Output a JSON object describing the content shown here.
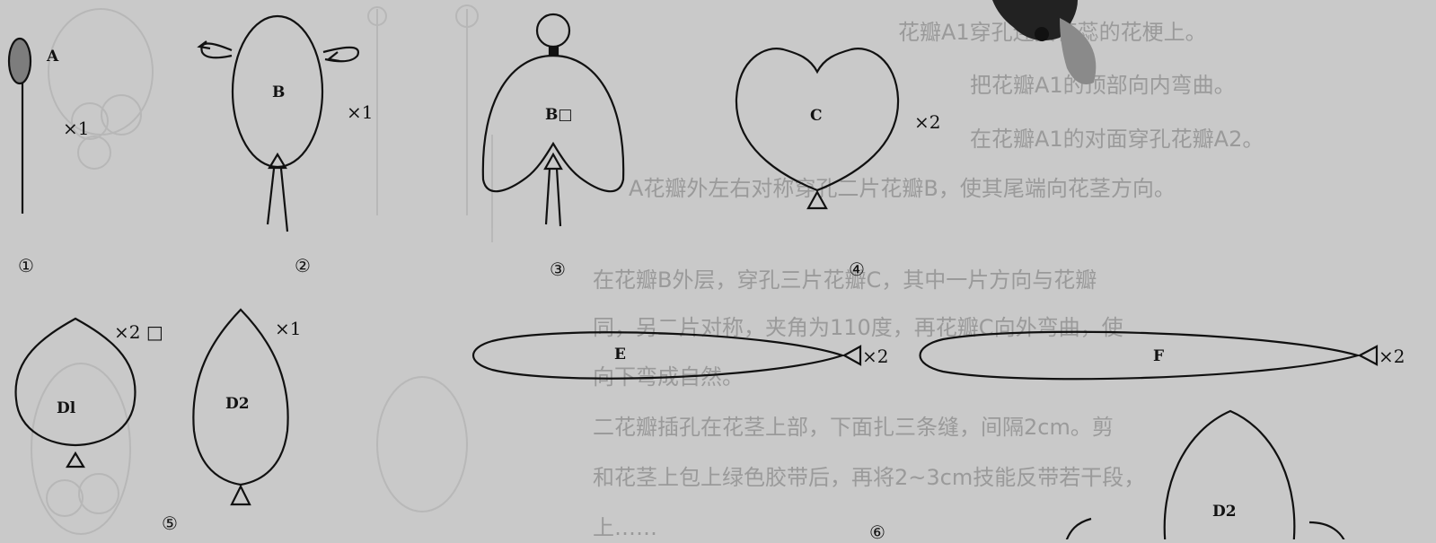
{
  "figure": {
    "label_a": "A",
    "label_b": "B",
    "label_b_prime": "B□",
    "label_c": "C",
    "label_d1": "Dl",
    "label_d2": "D2",
    "label_e": "E",
    "label_f": "F",
    "label_d2_lower": "D2",
    "count_a": "×1",
    "count_b": "×1",
    "count_c": "×2",
    "count_d1": "×2 □",
    "count_d2": "×1",
    "count_e": "×2",
    "count_f": "×2",
    "step_1": "①",
    "step_2": "②",
    "step_3": "③",
    "step_4": "④",
    "step_5": "⑤",
    "step_6": "⑥"
  },
  "background_text": {
    "line_1": "花瓣A1穿孔连接花蕊的花梗上。",
    "line_2": "把花瓣A1的顶部向内弯曲。",
    "line_3": "在花瓣A1的对面穿孔花瓣A2。",
    "line_4": "A花瓣外左右对称穿孔二片花瓣B，使其尾端向花茎方向。",
    "line_5": "在花瓣B外层，穿孔三片花瓣C，其中一片方向与花瓣",
    "line_6": "同，另二片对称，夹角为110度，再花瓣C向外弯曲，使",
    "line_7": "向下弯成自然。",
    "line_8": "二花瓣插孔在花茎上部，下面扎三条缝，间隔2cm。剪",
    "line_9": "和花茎上包上绿色胶带后，再将2~3cm技能反带若干段，",
    "line_10": "上……"
  },
  "colors": {
    "background": "#c9c9c9",
    "line": "#111111",
    "pistil": "#7d7d7d",
    "ghost": "#a8a8a8"
  }
}
